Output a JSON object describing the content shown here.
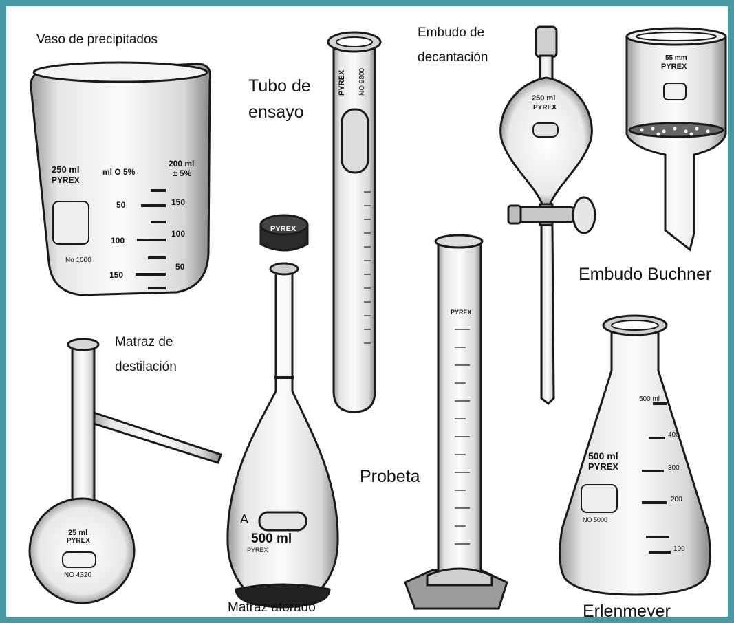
{
  "labels": {
    "vaso": "Vaso de precipitados",
    "tubo": [
      "Tubo de",
      "ensayo"
    ],
    "embudo_decantacion": [
      "Embudo de",
      "decantación"
    ],
    "embudo_buchner": "Embudo Buchner",
    "matraz_destilacion": [
      "Matraz de",
      "destilación"
    ],
    "probeta": "Probeta",
    "matraz_aforado": "Matraz aforado",
    "erlenmeyer": "Erlenmeyer"
  },
  "glass_markings": {
    "vaso": {
      "capacity": "250 ml",
      "brand": "PYREX",
      "tolerance": "ml O 5%",
      "right_capacity": "200 ml",
      "right_tolerance": "± 5%",
      "left_scale": [
        "50",
        "100",
        "150"
      ],
      "right_scale": [
        "150",
        "100",
        "50"
      ],
      "model": "No 1000"
    },
    "tubo": {
      "brand": "PYREX",
      "model": "NO 9800"
    },
    "embudo_decantacion": {
      "capacity": "250 ml",
      "brand": "PYREX"
    },
    "embudo_buchner": {
      "size": "55 mm",
      "brand": "PYREX"
    },
    "matraz_destilacion": {
      "capacity": "25 ml",
      "brand": "PYREX",
      "model": "NO 4320"
    },
    "matraz_aforado": {
      "stopper": "PYREX",
      "class": "A",
      "capacity": "500 ml",
      "brand": "PYREX"
    },
    "probeta": {
      "brand": "PYREX"
    },
    "erlenmeyer": {
      "capacity": "500 ml",
      "brand": "PYREX",
      "model": "NO 5000",
      "scale": [
        "500 ml",
        "400",
        "300",
        "200",
        "100"
      ]
    }
  },
  "colors": {
    "frame": "#4a98a6",
    "background": "#ffffff",
    "ink": "#1a1a1a"
  }
}
